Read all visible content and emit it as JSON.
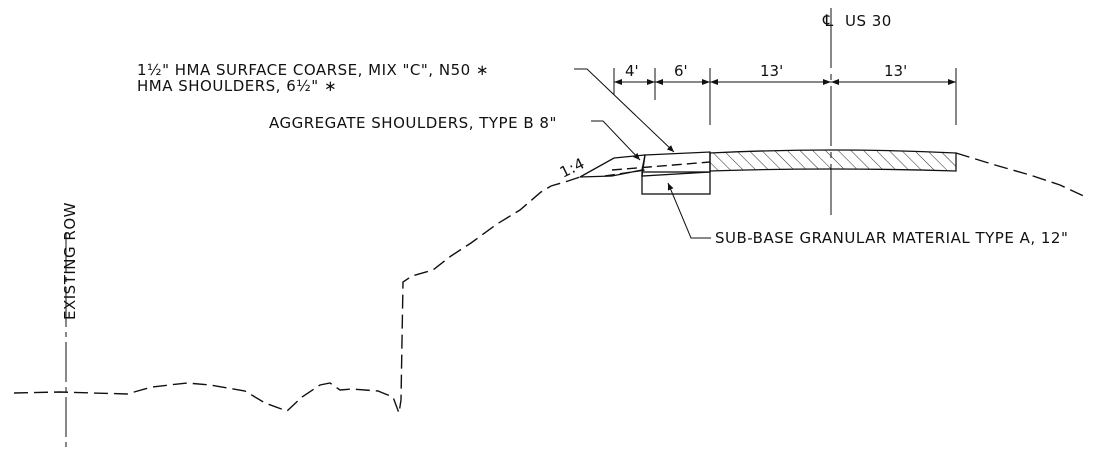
{
  "centerline_label": "US 30",
  "labels": {
    "surface_course": "1½\" HMA SURFACE COARSE, MIX \"C\", N50 ∗",
    "hma_shoulders": "HMA SHOULDERS, 6½\" ∗",
    "aggregate_shoulders": "AGGREGATE SHOULDERS, TYPE B 8\"",
    "sub_base": "SUB-BASE GRANULAR MATERIAL TYPE A, 12\"",
    "existing_row": "EXISTING ROW",
    "slope": "1:4"
  },
  "dimensions": [
    "4'",
    "6'",
    "13'",
    "13'"
  ]
}
